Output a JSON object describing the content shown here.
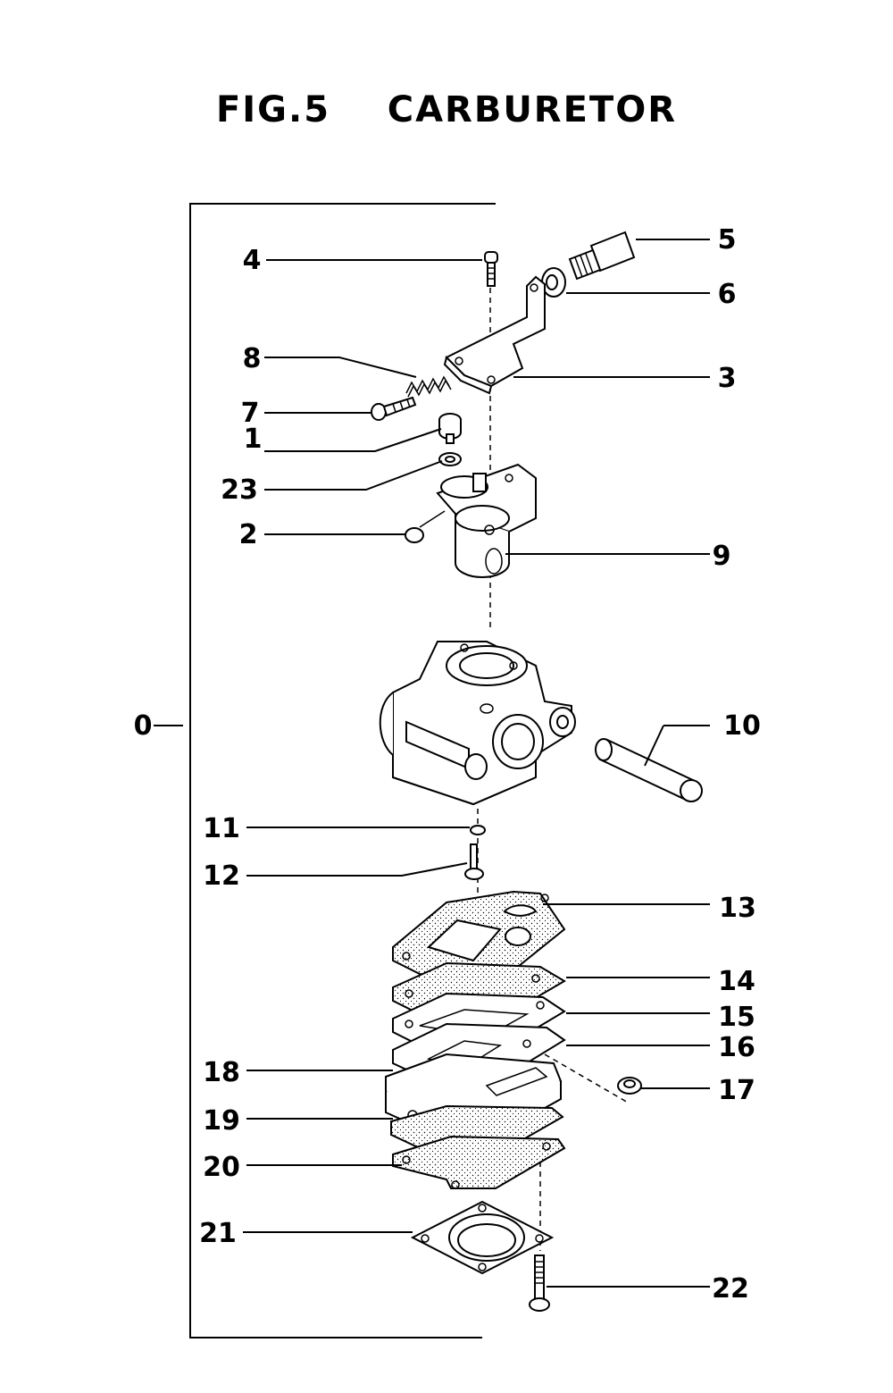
{
  "figure": {
    "title": "FIG.5    CARBURETOR"
  },
  "callouts": [
    {
      "id": "0",
      "text": "0"
    },
    {
      "id": "1",
      "text": "1"
    },
    {
      "id": "2",
      "text": "2"
    },
    {
      "id": "3",
      "text": "3"
    },
    {
      "id": "4",
      "text": "4"
    },
    {
      "id": "5",
      "text": "5"
    },
    {
      "id": "6",
      "text": "6"
    },
    {
      "id": "7",
      "text": "7"
    },
    {
      "id": "8",
      "text": "8"
    },
    {
      "id": "9",
      "text": "9"
    },
    {
      "id": "10",
      "text": "10"
    },
    {
      "id": "11",
      "text": "11"
    },
    {
      "id": "12",
      "text": "12"
    },
    {
      "id": "13",
      "text": "13"
    },
    {
      "id": "14",
      "text": "14"
    },
    {
      "id": "15",
      "text": "15"
    },
    {
      "id": "16",
      "text": "16"
    },
    {
      "id": "17",
      "text": "17"
    },
    {
      "id": "18",
      "text": "18"
    },
    {
      "id": "19",
      "text": "19"
    },
    {
      "id": "20",
      "text": "20"
    },
    {
      "id": "21",
      "text": "21"
    },
    {
      "id": "22",
      "text": "22"
    },
    {
      "id": "23",
      "text": "23"
    }
  ]
}
